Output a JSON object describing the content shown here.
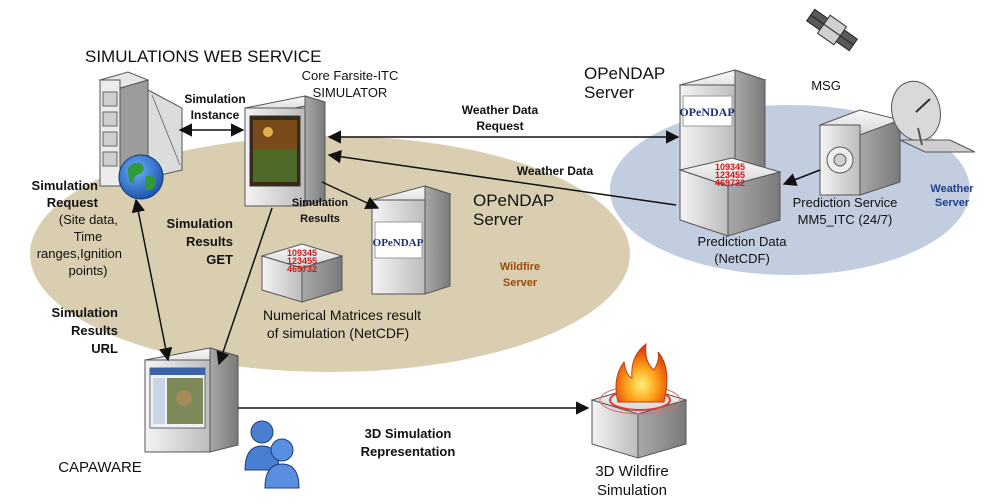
{
  "labels": {
    "web_service_title": "SIMULATIONS WEB SERVICE",
    "simulation_instance_1": "Simulation",
    "simulation_instance_2": "Instance",
    "core_sim_1": "Core Farsite-ITC",
    "core_sim_2": "SIMULATOR",
    "weather_request_1": "Weather Data",
    "weather_request_2": "Request",
    "weather_data": "Weather Data",
    "opendap_server_right_1": "OPeNDAP",
    "opendap_server_right_2": "Server",
    "msg": "MSG",
    "prediction_service_1": "Prediction Service",
    "prediction_service_2": "MM5_ITC (24/7)",
    "weather_server_1": "Weather",
    "weather_server_2": "Server",
    "prediction_data_1": "Prediction Data",
    "prediction_data_2": "(NetCDF)",
    "sim_request_1": "Simulation",
    "sim_request_2": "Request",
    "sim_request_3": "(Site data,",
    "sim_request_4": "Time",
    "sim_request_5": "ranges,Ignition",
    "sim_request_6": "points)",
    "sim_results_get_1": "Simulation",
    "sim_results_get_2": "Results",
    "sim_results_get_3": "GET",
    "sim_results_1": "Simulation",
    "sim_results_2": "Results",
    "opendap_server_mid_1": "OPeNDAP",
    "opendap_server_mid_2": "Server",
    "wildfire_server_1": "Wildfire",
    "wildfire_server_2": "Server",
    "numerical_1": "Numerical Matrices result",
    "numerical_2": "of simulation (NetCDF)",
    "sim_results_url_1": "Simulation",
    "sim_results_url_2": "Results",
    "sim_results_url_3": "URL",
    "capaware": "CAPAWARE",
    "representation_1": "3D Simulation",
    "representation_2": "Representation",
    "wildfire_3d_1": "3D Wildfire",
    "wildfire_3d_2": "Simulation",
    "opendap_logo": "OPeNDAP",
    "matrix_right_1": "109345",
    "matrix_right_2": "123455",
    "matrix_right_3": "469732",
    "matrix_mid_1": "109345",
    "matrix_mid_2": "123455",
    "matrix_mid_3": "469732"
  },
  "colors": {
    "wildfire_ellipse": "#d9ceb0",
    "weather_ellipse": "#c2cde0",
    "accent_blue": "#1f3f8a",
    "accent_brown": "#9c4a06",
    "numbers_red": "#cc1a1a"
  }
}
